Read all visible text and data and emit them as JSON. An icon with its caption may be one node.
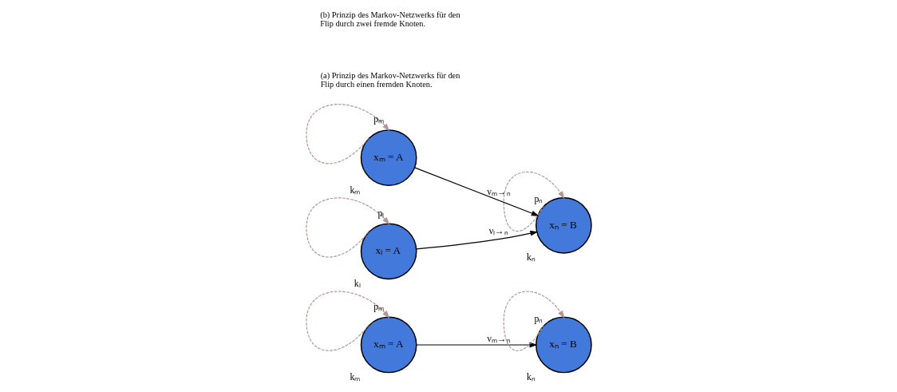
{
  "diagram": {
    "nodes": [
      {
        "text": [
          "xₘ = A"
        ],
        "beside": [
          "kₘ"
        ]
      },
      {
        "text": [
          "xₙ = B"
        ],
        "beside": [
          "kₙ"
        ]
      },
      {
        "text": [
          "xₘ = A"
        ],
        "beside": [
          "kₘ"
        ]
      },
      {
        "text": [
          "xₙ = B"
        ],
        "beside": [
          "kₙ"
        ]
      },
      {
        "text": [
          "xₗ = A"
        ],
        "beside": [
          "kₗ"
        ]
      }
    ],
    "edges": [
      {
        "from": 0,
        "to": 0,
        "arrow": "to",
        "label": "pₘ",
        "style": "dashed"
      },
      {
        "from": 1,
        "to": 1,
        "arrow": "to",
        "label": "pₙ",
        "style": "dashed"
      },
      {
        "from": 0,
        "to": 1,
        "arrow": "to",
        "label": "νₘ→ₙ",
        "color": "#000000"
      },
      {
        "from": 2,
        "to": 2,
        "arrow": "to",
        "label": "pₘ",
        "style": "dashed"
      },
      {
        "from": 3,
        "to": 3,
        "arrow": "to",
        "label": "pₙ",
        "style": "dashed"
      },
      {
        "from": 4,
        "to": 4,
        "arrow": "to",
        "label": "pₗ",
        "style": "dashed"
      },
      {
        "from": 2,
        "to": 3,
        "arrow": "to",
        "label": "νₘ→ₙ",
        "color": "#000000"
      },
      {
        "from": 4,
        "to": 3,
        "arrow": "to",
        "label": "νₗ→ₙ",
        "color": "#000000"
      }
    ],
    "labels": [
      "(a) Prinzip des Markov-Netzwerks für den Flip durch einen fremden Knoten.",
      "(b) Prinzip des Markov-Netzwerks für den Flip durch zwei fremde Knoten."
    ]
  }
}
